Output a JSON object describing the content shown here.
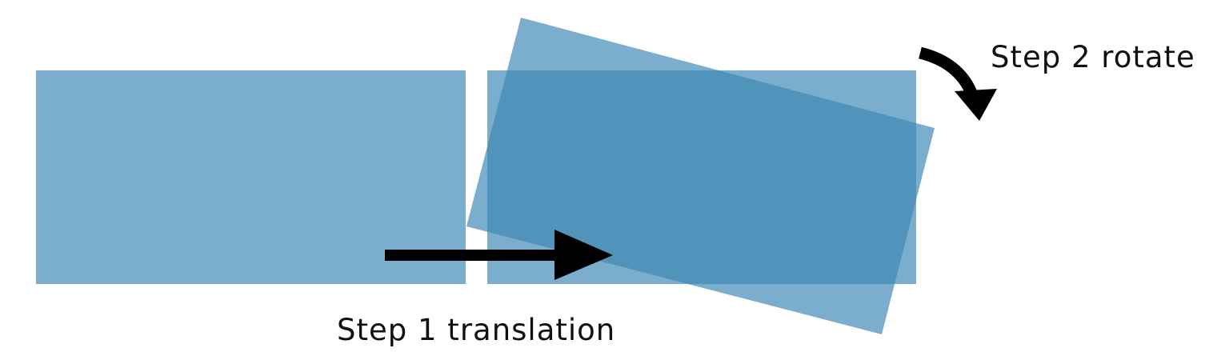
{
  "labels": {
    "step1": "Step 1 translation",
    "step2": "Step 2 rotate"
  },
  "colors": {
    "shape_fill": "#3d87b4",
    "arrow": "#000000",
    "text": "#111111",
    "background": "#ffffff"
  },
  "shape_opacity": 0.68
}
